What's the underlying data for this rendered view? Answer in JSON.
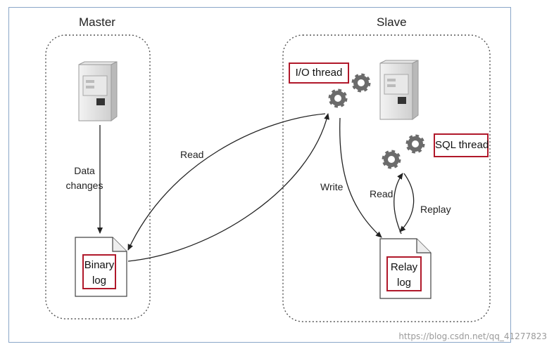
{
  "master": {
    "title": "Master",
    "data_changes": [
      "Data",
      "changes"
    ],
    "binary_log": [
      "Binary",
      "log"
    ]
  },
  "slave": {
    "title": "Slave",
    "io_thread": "I/O thread",
    "sql_thread": "SQL thread",
    "relay_log": [
      "Relay",
      "log"
    ]
  },
  "arrows": {
    "read_master": "Read",
    "write": "Write",
    "read_slave": "Read",
    "replay": "Replay"
  },
  "watermark": "https://blog.csdn.net/qq_41277823",
  "colors": {
    "highlight_border": "#b0182a",
    "frame_border": "#8aa6c8",
    "gear": "#6b6b6b"
  }
}
